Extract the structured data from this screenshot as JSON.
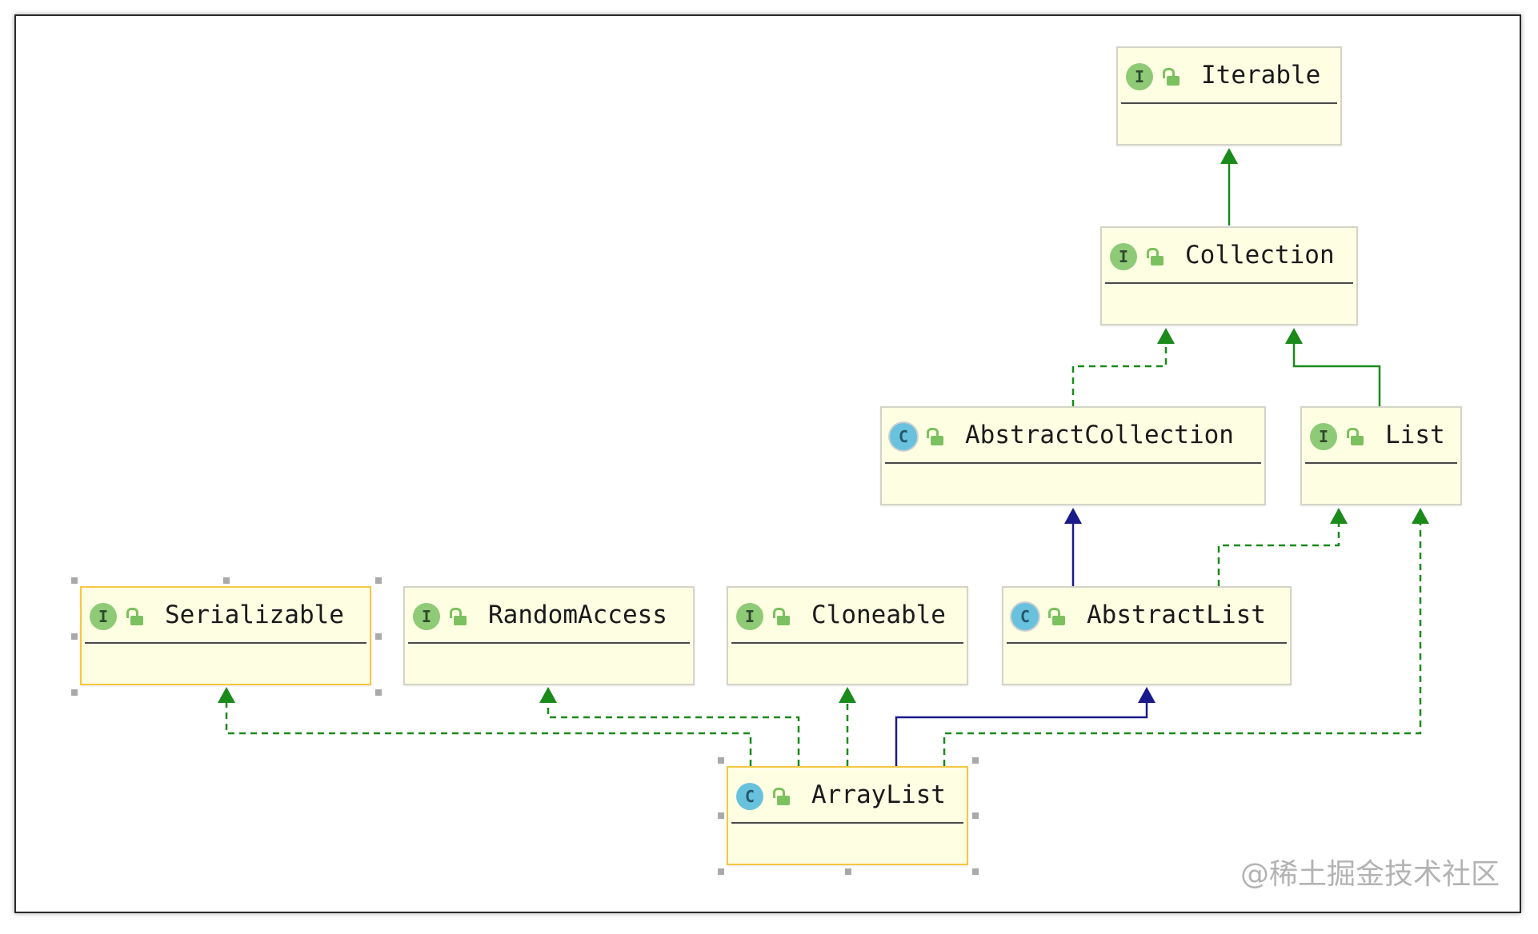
{
  "nodes": [
    {
      "id": "iterable",
      "name": "Iterable",
      "kind": "I"
    },
    {
      "id": "collection",
      "name": "Collection",
      "kind": "I"
    },
    {
      "id": "abstract-collection",
      "name": "AbstractCollection",
      "kind": "C"
    },
    {
      "id": "list",
      "name": "List",
      "kind": "I"
    },
    {
      "id": "serializable",
      "name": "Serializable",
      "kind": "I"
    },
    {
      "id": "random-access",
      "name": "RandomAccess",
      "kind": "I"
    },
    {
      "id": "cloneable",
      "name": "Cloneable",
      "kind": "I"
    },
    {
      "id": "abstract-list",
      "name": "AbstractList",
      "kind": "C"
    },
    {
      "id": "arraylist",
      "name": "ArrayList",
      "kind": "C"
    }
  ],
  "edges": [
    {
      "from": "collection",
      "to": "iterable",
      "relation": "extends",
      "color": "#1a8a1a"
    },
    {
      "from": "abstract-collection",
      "to": "collection",
      "relation": "implements",
      "color": "#1a8a1a"
    },
    {
      "from": "list",
      "to": "collection",
      "relation": "extends",
      "color": "#1a8a1a"
    },
    {
      "from": "abstract-list",
      "to": "abstract-collection",
      "relation": "extends",
      "color": "#1a1a8a"
    },
    {
      "from": "abstract-list",
      "to": "list",
      "relation": "implements",
      "color": "#1a8a1a"
    },
    {
      "from": "arraylist",
      "to": "serializable",
      "relation": "implements",
      "color": "#1a8a1a"
    },
    {
      "from": "arraylist",
      "to": "random-access",
      "relation": "implements",
      "color": "#1a8a1a"
    },
    {
      "from": "arraylist",
      "to": "cloneable",
      "relation": "implements",
      "color": "#1a8a1a"
    },
    {
      "from": "arraylist",
      "to": "abstract-list",
      "relation": "extends",
      "color": "#1a1a8a"
    },
    {
      "from": "arraylist",
      "to": "list",
      "relation": "implements",
      "color": "#1a8a1a"
    }
  ],
  "colors": {
    "node_fill": "#fefee3",
    "selected_border": "#f5c744",
    "interface_badge": "#8fca77",
    "class_badge": "#69c2dd",
    "implements_edge": "#1a8a1a",
    "extends_class_edge": "#1a1a8a"
  },
  "selected": [
    "serializable",
    "arraylist"
  ],
  "watermark": "@稀土掘金技术社区"
}
